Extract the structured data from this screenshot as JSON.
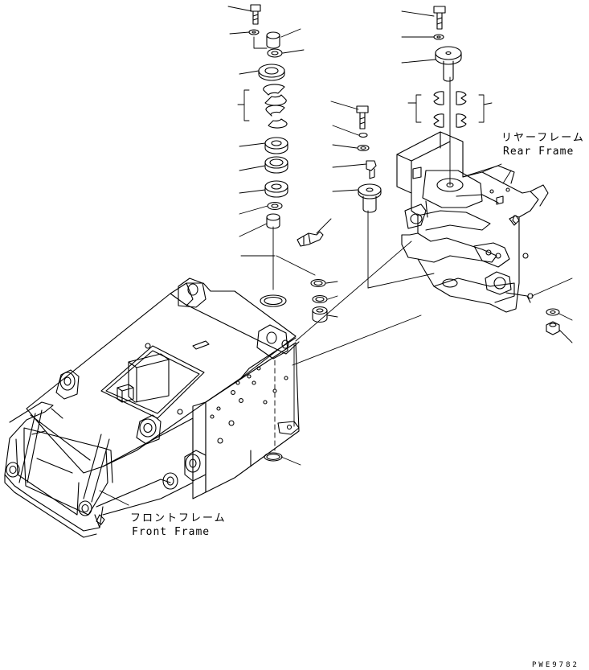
{
  "labels": {
    "rear_frame_jp": "リヤーフレーム",
    "rear_frame_en": "Rear Frame",
    "front_frame_jp": "フロントフレーム",
    "front_frame_en": "Front Frame",
    "drawing_code": "PWE9782"
  },
  "colors": {
    "line": "#000000",
    "background": "#ffffff"
  }
}
